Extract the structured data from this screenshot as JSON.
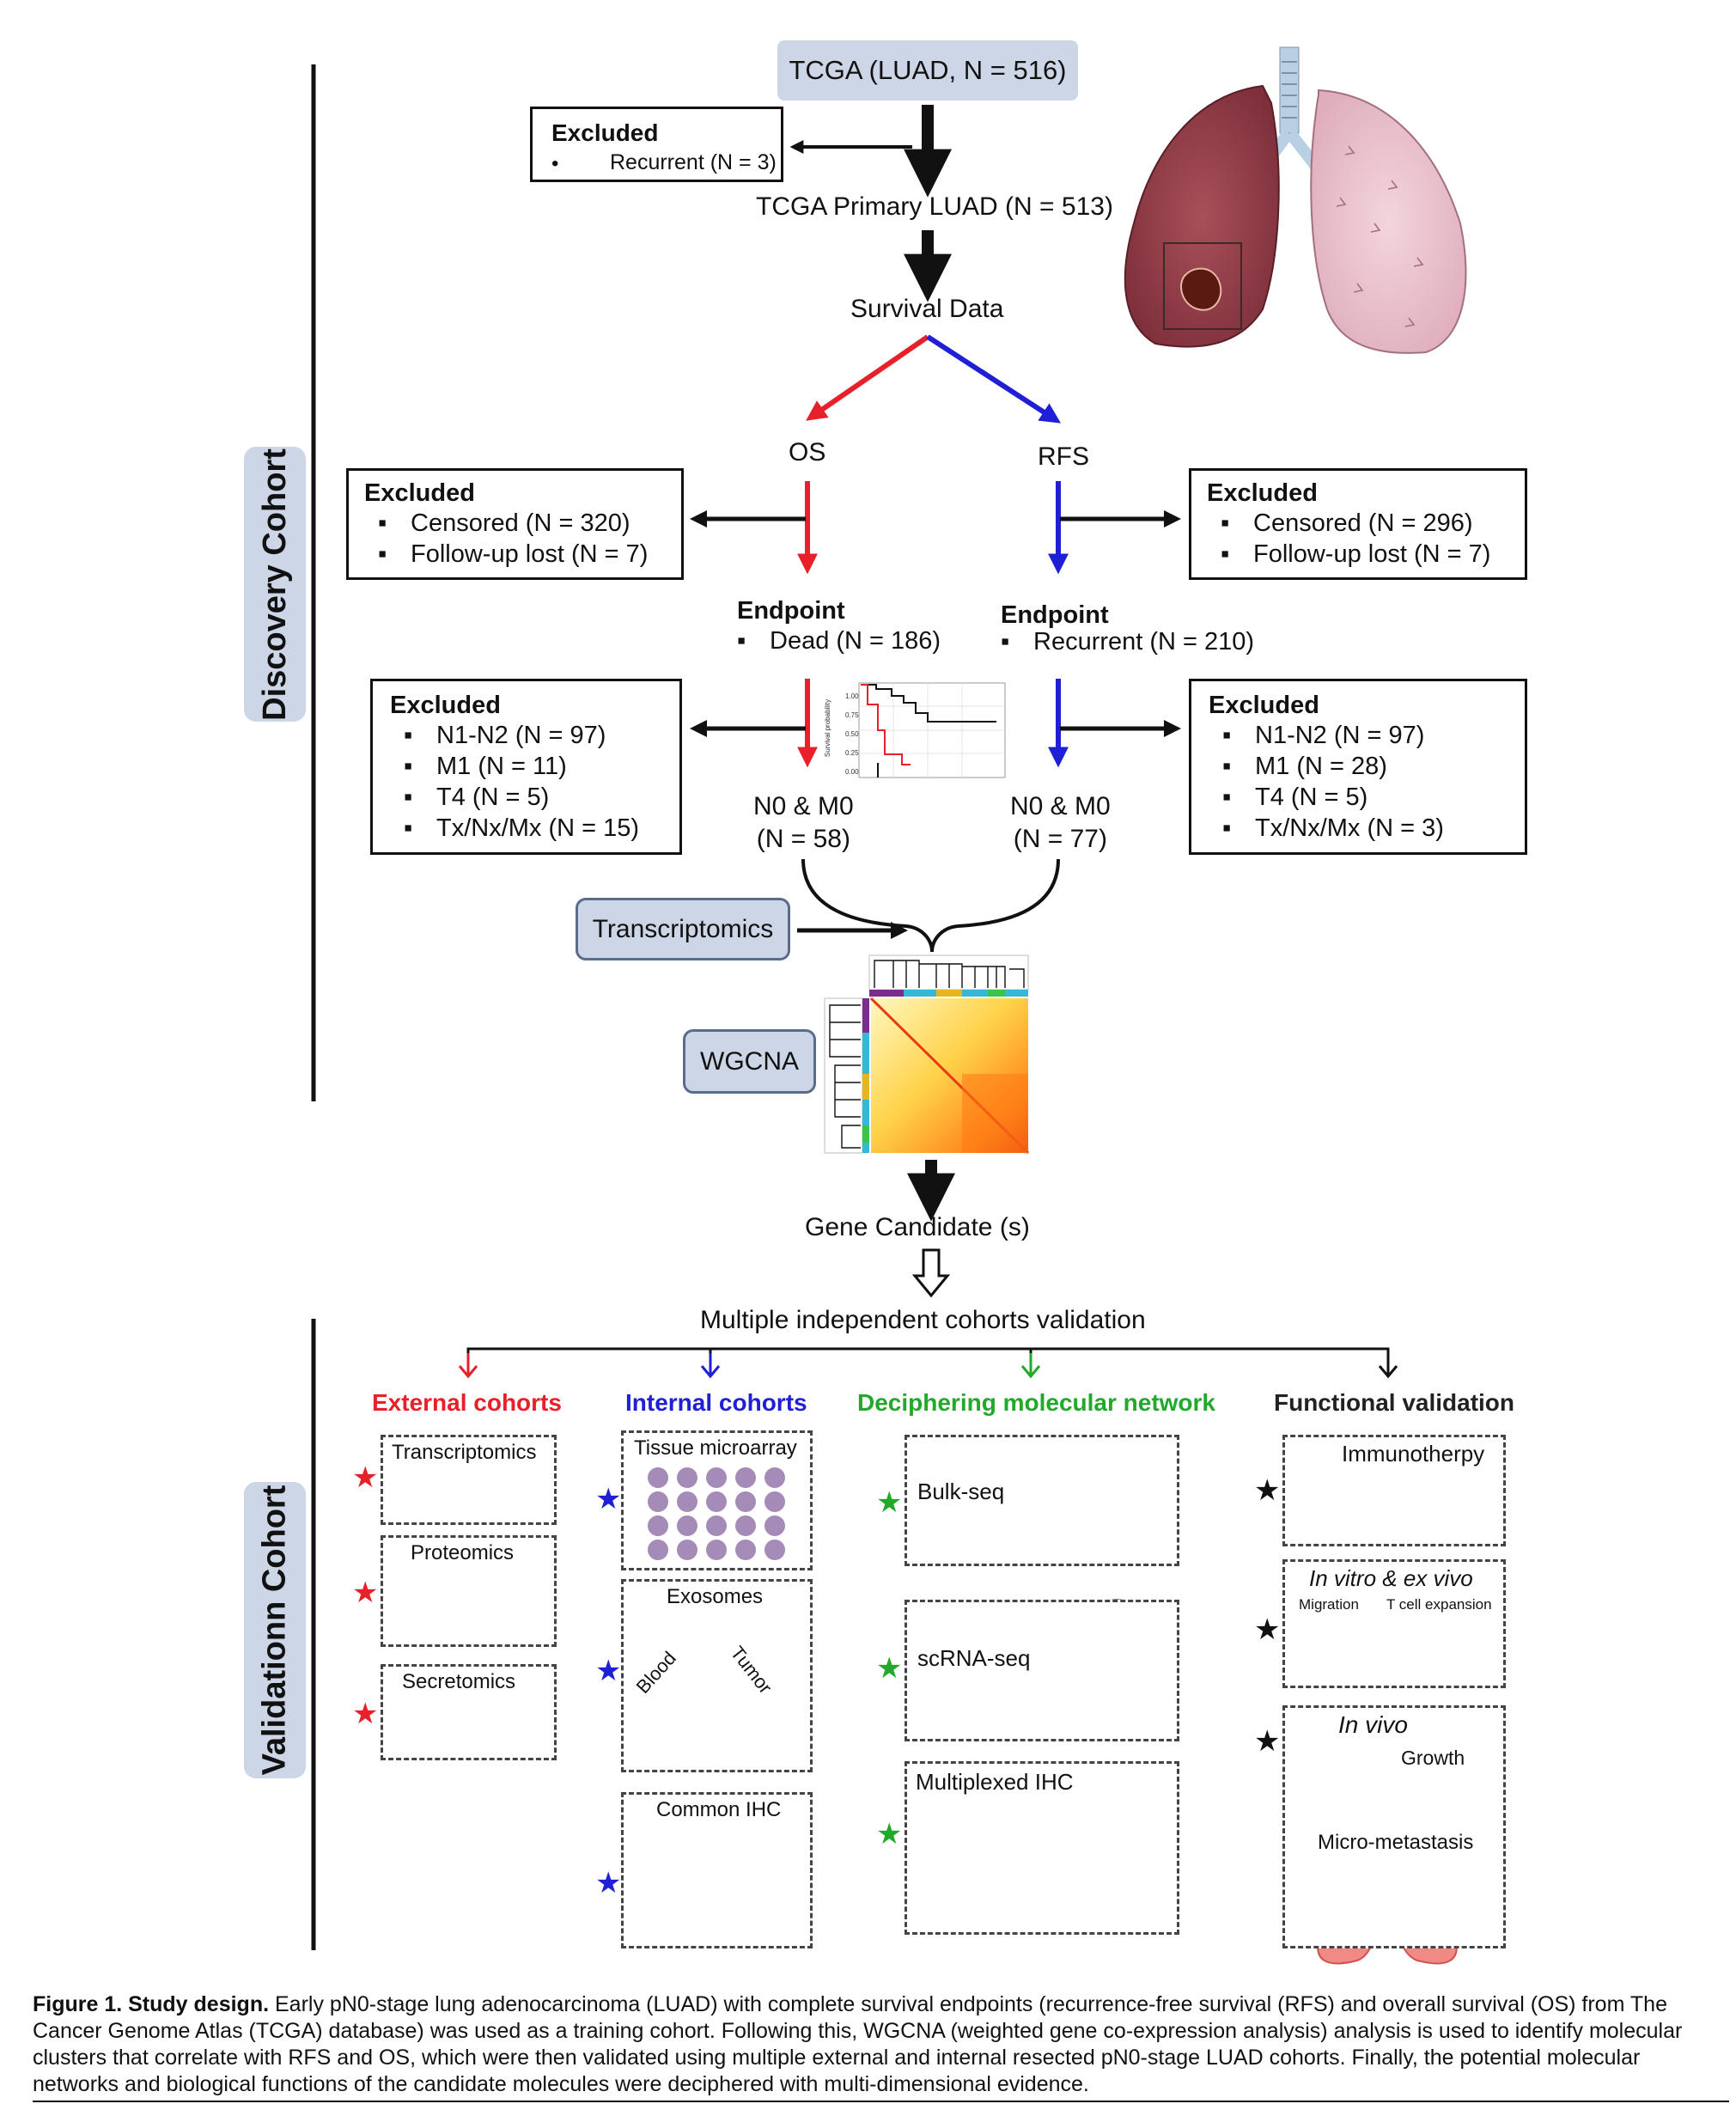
{
  "sidebar": {
    "discovery": "Discovery Cohort",
    "validation": "Validationn Cohort"
  },
  "flow": {
    "tcga": "TCGA (LUAD, N = 516)",
    "excluded_top_title": "Excluded",
    "excluded_top_item": "Recurrent (N = 3)",
    "primary": "TCGA Primary LUAD (N = 513)",
    "survival": "Survival Data",
    "os": "OS",
    "rfs": "RFS",
    "excluded_os": {
      "title": "Excluded",
      "items": [
        "Censored (N = 320)",
        "Follow-up lost (N = 7)"
      ]
    },
    "excluded_rfs": {
      "title": "Excluded",
      "items": [
        "Censored (N = 296)",
        "Follow-up lost (N = 7)"
      ]
    },
    "endpoint_os": {
      "title": "Endpoint",
      "item": "Dead (N = 186)"
    },
    "endpoint_rfs": {
      "title": "Endpoint",
      "item": "Recurrent (N = 210)"
    },
    "excluded_os2": {
      "title": "Excluded",
      "items": [
        "N1-N2 (N = 97)",
        "M1 (N = 11)",
        "T4 (N = 5)",
        "Tx/Nx/Mx (N = 15)"
      ]
    },
    "excluded_rfs2": {
      "title": "Excluded",
      "items": [
        "N1-N2 (N = 97)",
        "M1 (N = 28)",
        "T4 (N = 5)",
        "Tx/Nx/Mx (N = 3)"
      ]
    },
    "n0m0_os": [
      "N0 & M0",
      "(N = 58)"
    ],
    "n0m0_rfs": [
      "N0 & M0",
      "(N = 77)"
    ],
    "transcriptomics": "Transcriptomics",
    "wgcna": "WGCNA",
    "km_ylabel": "Survival probability",
    "km_ticks": [
      "1.00",
      "0.75",
      "0.50",
      "0.25",
      "0.00"
    ],
    "gene_candidate": "Gene Candidate (s)",
    "multi_validation": "Multiple independent cohorts validation"
  },
  "validation": {
    "external": {
      "title": "External cohorts",
      "color": "#e8202a",
      "panels": [
        "Transcriptomics",
        "Proteomics",
        "Secretomics"
      ]
    },
    "internal": {
      "title": "Internal cohorts",
      "color": "#1f1fd6",
      "panels": [
        "Tissue microarray",
        "Exosomes",
        "Common IHC"
      ],
      "blood": "Blood",
      "tumor": "Tumor"
    },
    "network": {
      "title": "Deciphering molecular network",
      "color": "#22a82a",
      "panels": [
        "Bulk-seq",
        "scRNA-seq",
        "Multiplexed IHC"
      ]
    },
    "functional": {
      "title": "Functional validation",
      "color": "#222222",
      "immunotherapy": "Immunotherpy",
      "invitro": "In vitro & ex vivo",
      "migration": "Migration",
      "tcell": "T cell expansion",
      "invivo": "In vivo",
      "growth": "Growth",
      "micrometastasis": "Micro-metastasis"
    }
  },
  "caption": {
    "label": "Figure 1. Study design.",
    "text": " Early pN0-stage lung adenocarcinoma (LUAD) with complete survival endpoints (recurrence-free survival (RFS) and overall survival (OS) from The Cancer Genome Atlas (TCGA) database) was used as a training cohort. Following this, WGCNA (weighted gene co-expression analysis) analysis is used to identify molecular clusters that correlate with RFS and OS, which were then validated using multiple external and internal resected pN0-stage LUAD cohorts. Finally, the potential molecular networks and biological functions of the candidate molecules were deciphered with multi-dimensional evidence."
  }
}
